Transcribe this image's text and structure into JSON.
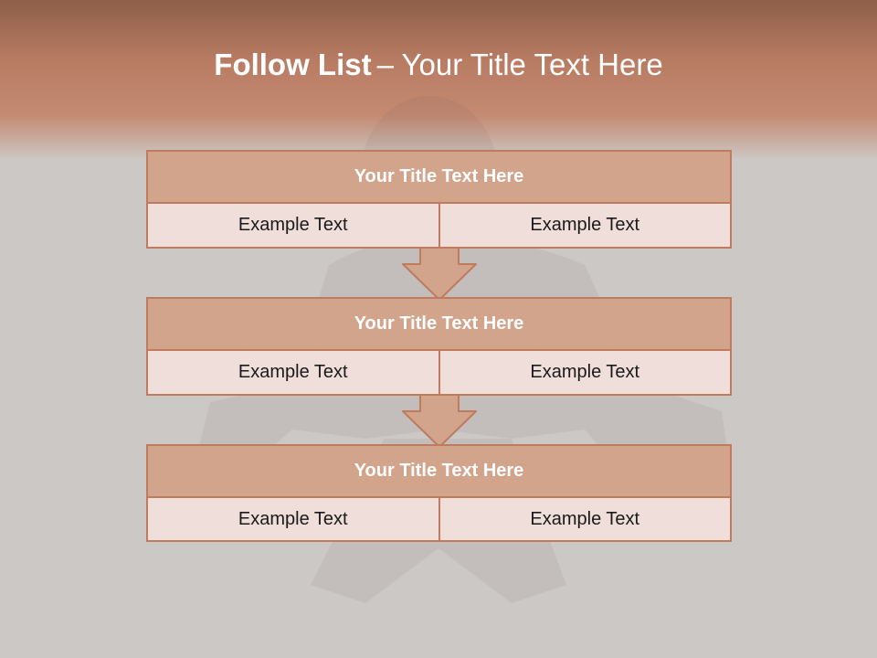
{
  "slide": {
    "title_bold": "Follow List",
    "title_rest": "– Your Title Text Here",
    "blocks": [
      {
        "title": "Your Title Text Here",
        "cells": [
          "Example Text",
          "Example Text"
        ]
      },
      {
        "title": "Your Title Text Here",
        "cells": [
          "Example Text",
          "Example Text"
        ]
      },
      {
        "title": "Your Title Text Here",
        "cells": [
          "Example Text",
          "Example Text"
        ]
      }
    ]
  },
  "colors": {
    "header_band": "#b87c63",
    "block_title_fill": "#d3a48c",
    "block_cell_fill": "#efded9",
    "border": "#be7b5e",
    "background": "#ccc8c5"
  }
}
